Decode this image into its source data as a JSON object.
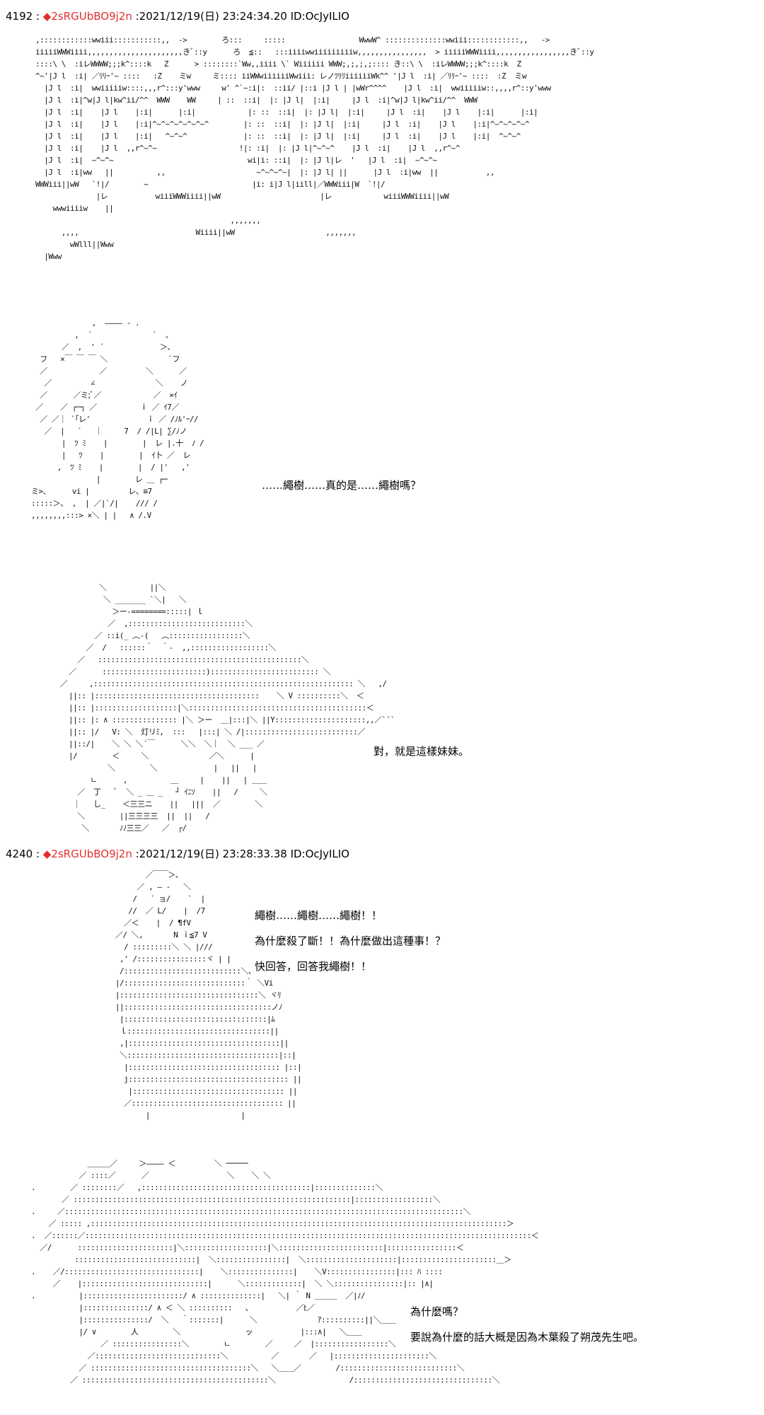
{
  "posts": [
    {
      "number": "4192",
      "separator": " : ",
      "diamond": "◆",
      "trip": "2sRGUbBO9j2n",
      "datetime": " :2021/12/19(日) 23:24:34.20 ID:OcJyILIO",
      "dialogue": [
        "……繩樹……真的是……繩樹嗎？",
        "對，就是這樣妹妹。"
      ]
    },
    {
      "number": "4240",
      "separator": " : ",
      "diamond": "◆",
      "trip": "2sRGUbBO9j2n",
      "datetime": " :2021/12/19(日) 23:28:33.38 ID:OcJyILIO",
      "dialogue": [
        "繩樹……繩樹……繩樹！！",
        "為什麼殺了斷！！為什麼做出這種事！？",
        "快回答，回答我繩樹！！",
        "為什麼嗎？",
        "要說為什麼的話大概是因為木葉殺了朔茂先生吧。"
      ]
    }
  ]
}
